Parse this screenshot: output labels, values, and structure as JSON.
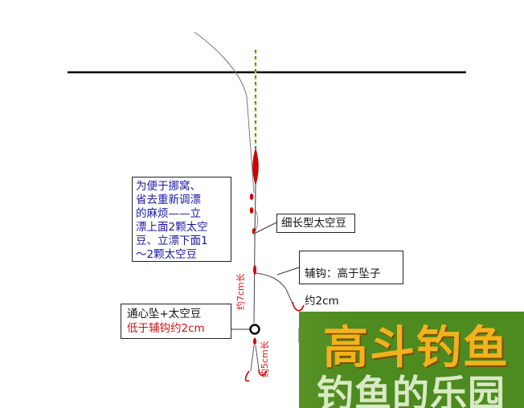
{
  "notes": {
    "main_note": "为便于挪窝、\n省去重新调漂\n的麻烦——立\n漂上面2颗太空\n豆、立漂下面1\n～2颗太空豆",
    "long_bean": "细长型太空豆",
    "aux_hook_line1": "辅钩：高于坠子",
    "aux_hook_line2": "约2cm",
    "sinker_line1": "通心坠+太空豆",
    "sinker_line2": "低于辅钩约2cm"
  },
  "vertical_labels": {
    "upper": "约7cm长",
    "lower": "约5cm长"
  },
  "watermark": {
    "line1": "高斗钓鱼",
    "line2": "钓鱼的乐园"
  },
  "colors": {
    "note_text": "#1a1aa0",
    "red_text": "#cc1111",
    "float_red": "#d40000",
    "float_green": "#2e9a2e",
    "watermark_bg": "#4d8a1f",
    "watermark_gold": "#f2b21b"
  }
}
